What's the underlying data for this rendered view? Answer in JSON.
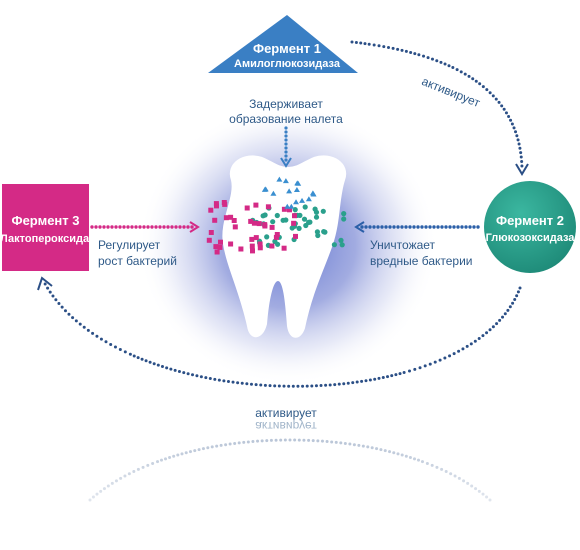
{
  "colors": {
    "enzyme1": "#3a7fc4",
    "enzyme2": "#2aa08c",
    "enzyme3": "#d42a86",
    "loop_dots": "#2b4f86",
    "glow": "#4a5fc0",
    "text": "#2e5a8f"
  },
  "enzymes": {
    "enzyme1": {
      "title": "Фермент 1",
      "subtitle": "Амилоглюкозидаза",
      "effect": [
        "Задерживает",
        "образование налета"
      ]
    },
    "enzyme2": {
      "title": "Фермент 2",
      "subtitle": "Глюкозоксидаза",
      "effect": [
        "Уничтожает",
        "вредные бактерии"
      ]
    },
    "enzyme3": {
      "title": "Фермент 3",
      "subtitle": "Лактопероксидаза",
      "effect": [
        "Регулирует",
        "рост бактерий"
      ]
    }
  },
  "cycle": {
    "top_right_label": "активирует",
    "bottom_label": "активирует",
    "bottom_label_reflection": "активирует"
  },
  "icons": {
    "tooth": "tooth-icon",
    "triangle": "triangle-shape",
    "circle": "circle-shape",
    "square": "square-shape"
  }
}
